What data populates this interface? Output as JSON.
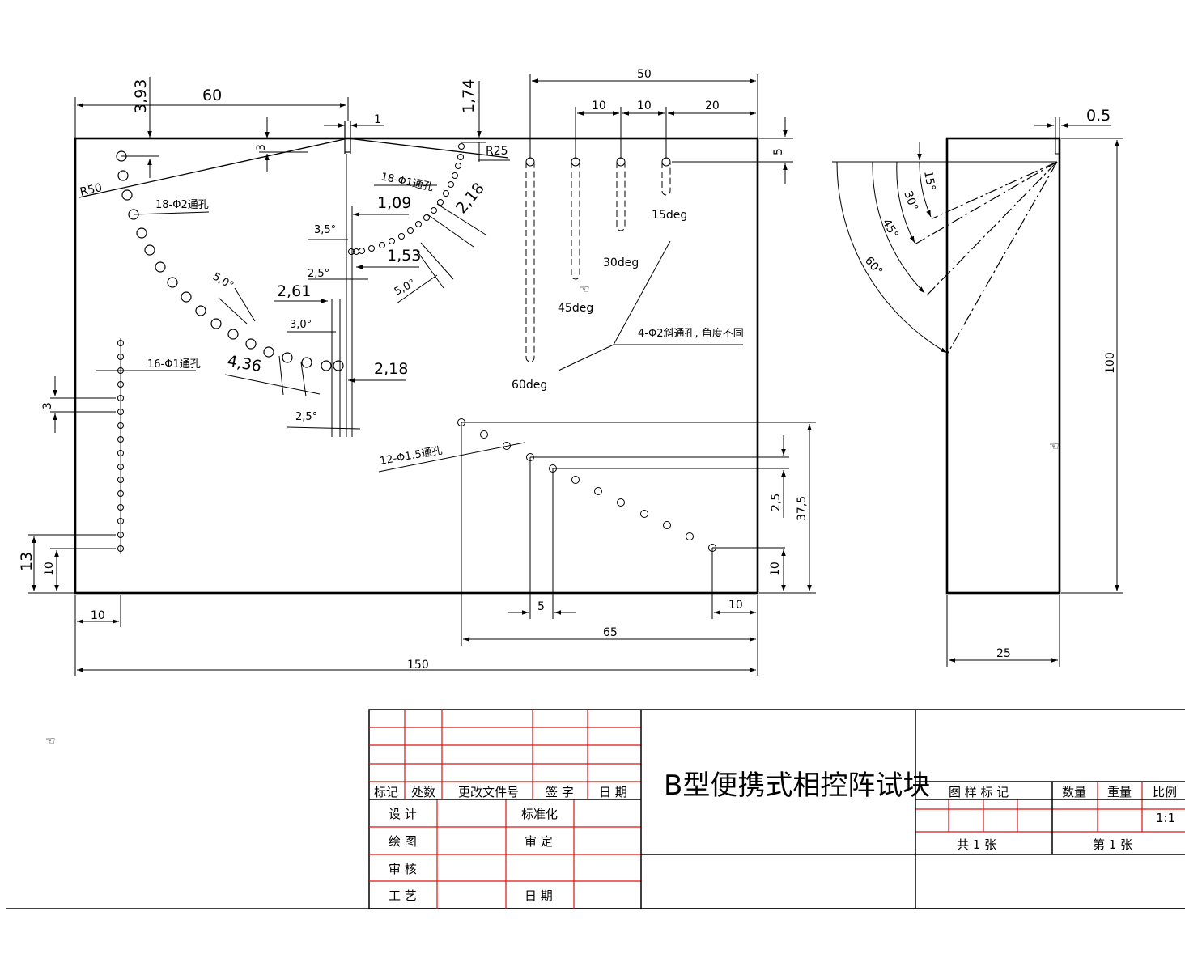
{
  "drawing": {
    "top_view": {
      "dim_60": "60",
      "dim_3_93": "3,93",
      "dim_1": "1",
      "dim_3": "3",
      "dim_1_74": "1,74",
      "r25": "R25",
      "r50": "R50",
      "hole_18_phi2": "18-Φ2通孔",
      "hole_18_phi1": "18-Φ1通孔",
      "dim_1_09": "1,09",
      "dim_2_18a": "2,18",
      "dim_3_5deg": "3,5°",
      "dim_1_53": "1,53",
      "dim_2_5deg_a": "2,5°",
      "dim_5_0deg_a": "5,0°",
      "dim_5_0deg_b": "5,0°",
      "dim_2_61": "2,61",
      "dim_3_0deg": "3,0°",
      "dim_4_36": "4,36",
      "dim_2_18b": "2,18",
      "dim_2_5deg_b": "2,5°",
      "hole_16_phi1": "16-Φ1通孔",
      "dim_3_left": "3",
      "dim_13": "13",
      "dim_10_left": "10",
      "dim_10_bottom": "10",
      "dim_150": "150",
      "dim_50": "50",
      "dim_10a": "10",
      "dim_10b": "10",
      "dim_20": "20",
      "dim_5_right": "5",
      "deg15": "15deg",
      "deg30": "30deg",
      "deg45": "45deg",
      "deg60": "60deg",
      "hole_4_phi2": "4-Φ2斜通孔, 角度不同",
      "hole_12_phi15": "12-Φ1.5通孔",
      "dim_2_5": "2,5",
      "dim_37_5": "37,5",
      "dim_10_right": "10",
      "dim_5_bottom": "5",
      "dim_65": "65",
      "dim_10_br": "10"
    },
    "side_view": {
      "dim_0_5": "0.5",
      "angle_15": "15°",
      "angle_30": "30°",
      "angle_45": "45°",
      "angle_60": "60°",
      "dim_100": "100",
      "dim_25": "25"
    }
  },
  "title_block": {
    "title": "B型便携式相控阵试块",
    "header_row": [
      "标记",
      "处数",
      "更改文件号",
      "签 字",
      "日 期"
    ],
    "sign_rows": [
      {
        "left": "设 计",
        "right": "标准化"
      },
      {
        "left": "绘 图",
        "right": "审 定"
      },
      {
        "left": "审 核",
        "right": ""
      },
      {
        "left": "工 艺",
        "right": "日 期"
      }
    ],
    "info_headers": [
      "图 样 标 记",
      "数量",
      "重量",
      "比例"
    ],
    "scale": "1:1",
    "sheets_total": "共  1  张",
    "sheet_no": "第  1  张"
  },
  "colors": {
    "line": "#000000",
    "table_grid": "#e01010",
    "background": "#ffffff"
  }
}
